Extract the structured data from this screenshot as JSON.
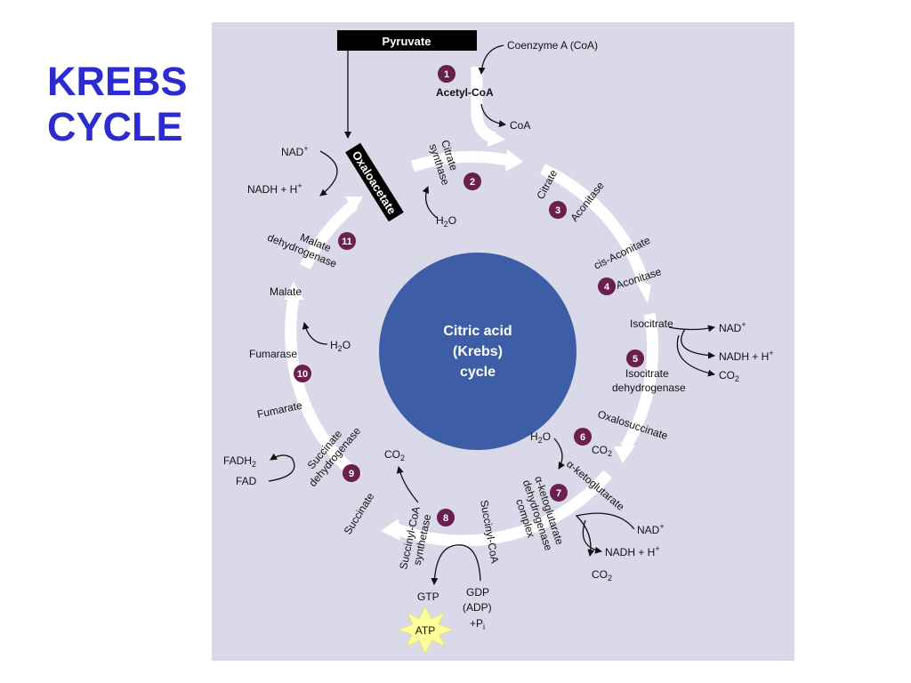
{
  "title": {
    "line1": "KREBS",
    "line2": "CYCLE"
  },
  "colors": {
    "panel": "#d9d9e9",
    "center": "#3d5ea6",
    "badge": "#6b1f4e",
    "title": "#2b2bd0",
    "atp_star": "#ffff99"
  },
  "diagram": {
    "center": {
      "line1": "Citric acid",
      "line2": "(Krebs)",
      "line3": "cycle"
    },
    "entry": {
      "pyruvate": "Pyruvate",
      "coa_in": "Coenzyme A (CoA)",
      "acetyl": "Acetyl-CoA",
      "coa_out": "CoA"
    },
    "steps": [
      "1",
      "2",
      "3",
      "4",
      "5",
      "6",
      "7",
      "8",
      "9",
      "10",
      "11"
    ],
    "compounds": {
      "oxaloacetate": "Oxaloacetate",
      "citrate": "Citrate",
      "cis_aconitate": "cis-Aconitate",
      "isocitrate": "Isocitrate",
      "oxalosuccinate": "Oxalosuccinate",
      "a_ketoglutarate": "α-ketoglutarate",
      "succinyl_coa": "Succinyl-CoA",
      "succinate": "Succinate",
      "fumarate": "Fumarate",
      "malate": "Malate"
    },
    "enzymes": {
      "citrate_synthase_1": "Citrate",
      "citrate_synthase_2": "synthase",
      "aconitase": "Aconitase",
      "isocitrate_dh_1": "Isocitrate",
      "isocitrate_dh_2": "dehydrogenase",
      "akg_dh_1": "α-ketoglutarate",
      "akg_dh_2": "dehydrogenase",
      "akg_dh_3": "complex",
      "succ_coa_syn_1": "Succinyl-CoA",
      "succ_coa_syn_2": "synthetase",
      "succ_dh_1": "Succinate",
      "succ_dh_2": "dehydrogenase",
      "fumarase": "Fumarase",
      "malate_dh_1": "Malate",
      "malate_dh_2": "dehydrogenase"
    },
    "cofactors": {
      "nad": "NAD",
      "nadh": "NADH + H",
      "plus": "+",
      "co2": "CO",
      "two": "2",
      "h2o_h": "H",
      "h2o_o": "O",
      "fadh": "FADH",
      "fad": "FAD",
      "gtp": "GTP",
      "gdp": "GDP",
      "adp": "(ADP)",
      "pi": "+P",
      "pi_sub": "i",
      "atp": "ATP"
    }
  }
}
